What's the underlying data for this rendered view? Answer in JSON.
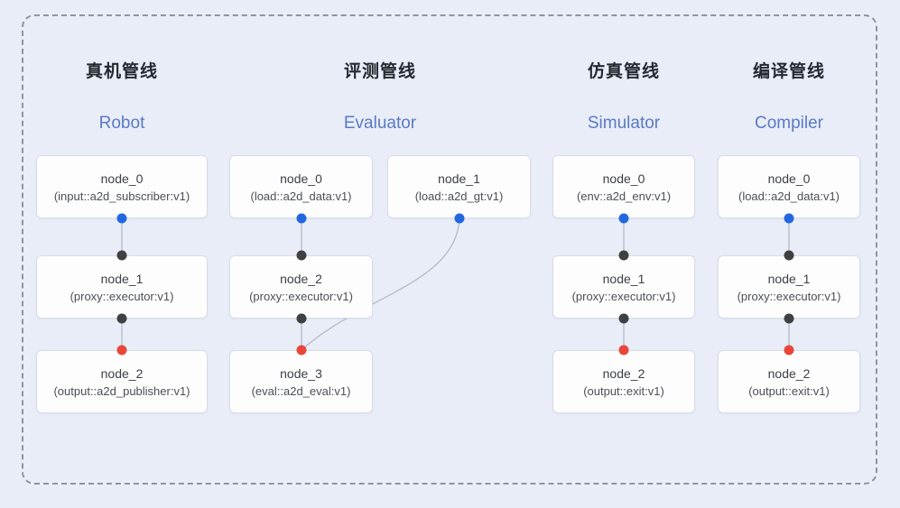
{
  "diagram": {
    "pipelines": [
      {
        "title_zh": "真机管线",
        "title_en": "Robot",
        "nodes": [
          {
            "name": "node_0",
            "type": "(input::a2d_subscriber:v1)"
          },
          {
            "name": "node_1",
            "type": "(proxy::executor:v1)"
          },
          {
            "name": "node_2",
            "type": "(output::a2d_publisher:v1)"
          }
        ]
      },
      {
        "title_zh": "评测管线",
        "title_en": "Evaluator",
        "nodes": [
          {
            "name": "node_0",
            "type": "(load::a2d_data:v1)"
          },
          {
            "name": "node_1",
            "type": "(load::a2d_gt:v1)"
          },
          {
            "name": "node_2",
            "type": "(proxy::executor:v1)"
          },
          {
            "name": "node_3",
            "type": "(eval::a2d_eval:v1)"
          }
        ]
      },
      {
        "title_zh": "仿真管线",
        "title_en": "Simulator",
        "nodes": [
          {
            "name": "node_0",
            "type": "(env::a2d_env:v1)"
          },
          {
            "name": "node_1",
            "type": "(proxy::executor:v1)"
          },
          {
            "name": "node_2",
            "type": "(output::exit:v1)"
          }
        ]
      },
      {
        "title_zh": "编译管线",
        "title_en": "Compiler",
        "nodes": [
          {
            "name": "node_0",
            "type": "(load::a2d_data:v1)"
          },
          {
            "name": "node_1",
            "type": "(proxy::executor:v1)"
          },
          {
            "name": "node_2",
            "type": "(output::exit:v1)"
          }
        ]
      }
    ],
    "colors": {
      "background": "#e8edf8",
      "frame_dash": "#8e95a0",
      "node_bg": "#fdfdfe",
      "node_border": "#d9dde5",
      "title_zh": "#24292f",
      "title_en": "#5a79c6",
      "connector": "#b4bac6",
      "port_source": "#2267e0",
      "port_mid": "#3f4042",
      "port_sink": "#e8473a"
    }
  }
}
